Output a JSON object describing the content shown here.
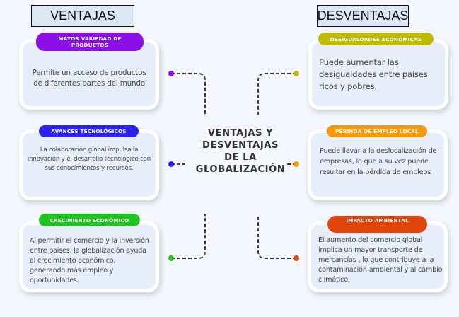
{
  "headers": {
    "left": "VENTAJAS",
    "right": "DESVENTAJAS"
  },
  "center_title": {
    "line1": "VENTAJAS Y",
    "line2": "DESVENTAJAS",
    "line3": "DE LA",
    "line4": "GLOBALIZACIÓN"
  },
  "ventajas": [
    {
      "title_line1": "MAYOR VARIEDAD DE",
      "title_line2": "PRODUCTOS",
      "text": "Permite un acceso de productos de diferentes partes del mundo",
      "color": "#8b0fe8"
    },
    {
      "title": "AVANCES TECNOLÓGICOS",
      "text": "La colaboración global impulsa la innovación y el desarrollo tecnológico con sus conocimientos y recursos.",
      "color": "#2b22f0"
    },
    {
      "title": "CRECIMIENTO ECONÓMICO",
      "text": "Al permitir el comercio y la inversión entre países, la globalización ayuda al crecimiento económico, generando más empleo y oportunidades.",
      "color": "#1fc41f"
    }
  ],
  "desventajas": [
    {
      "title": "DESIGUALDADES ECONÓMICAS",
      "text": "Puede aumentar las desigualdades entre países ricos y pobres.",
      "color": "#bdbc00"
    },
    {
      "title": "PÉRDIDA DE EMPLEO LOCAL",
      "text": "Puede llevar a la deslocalización de empresas, lo que a su vez puede resultar en la pérdida de empleos .",
      "color": "#f7990d"
    },
    {
      "title": "IMPACTO AMBIENTAL",
      "text": "El aumento del comercio global implica un mayor transporte de mercancías , lo que contribuye a la contaminación ambiental y al cambio climático.",
      "color": "#e0450a"
    }
  ],
  "connector_color": "#3a3a3a"
}
